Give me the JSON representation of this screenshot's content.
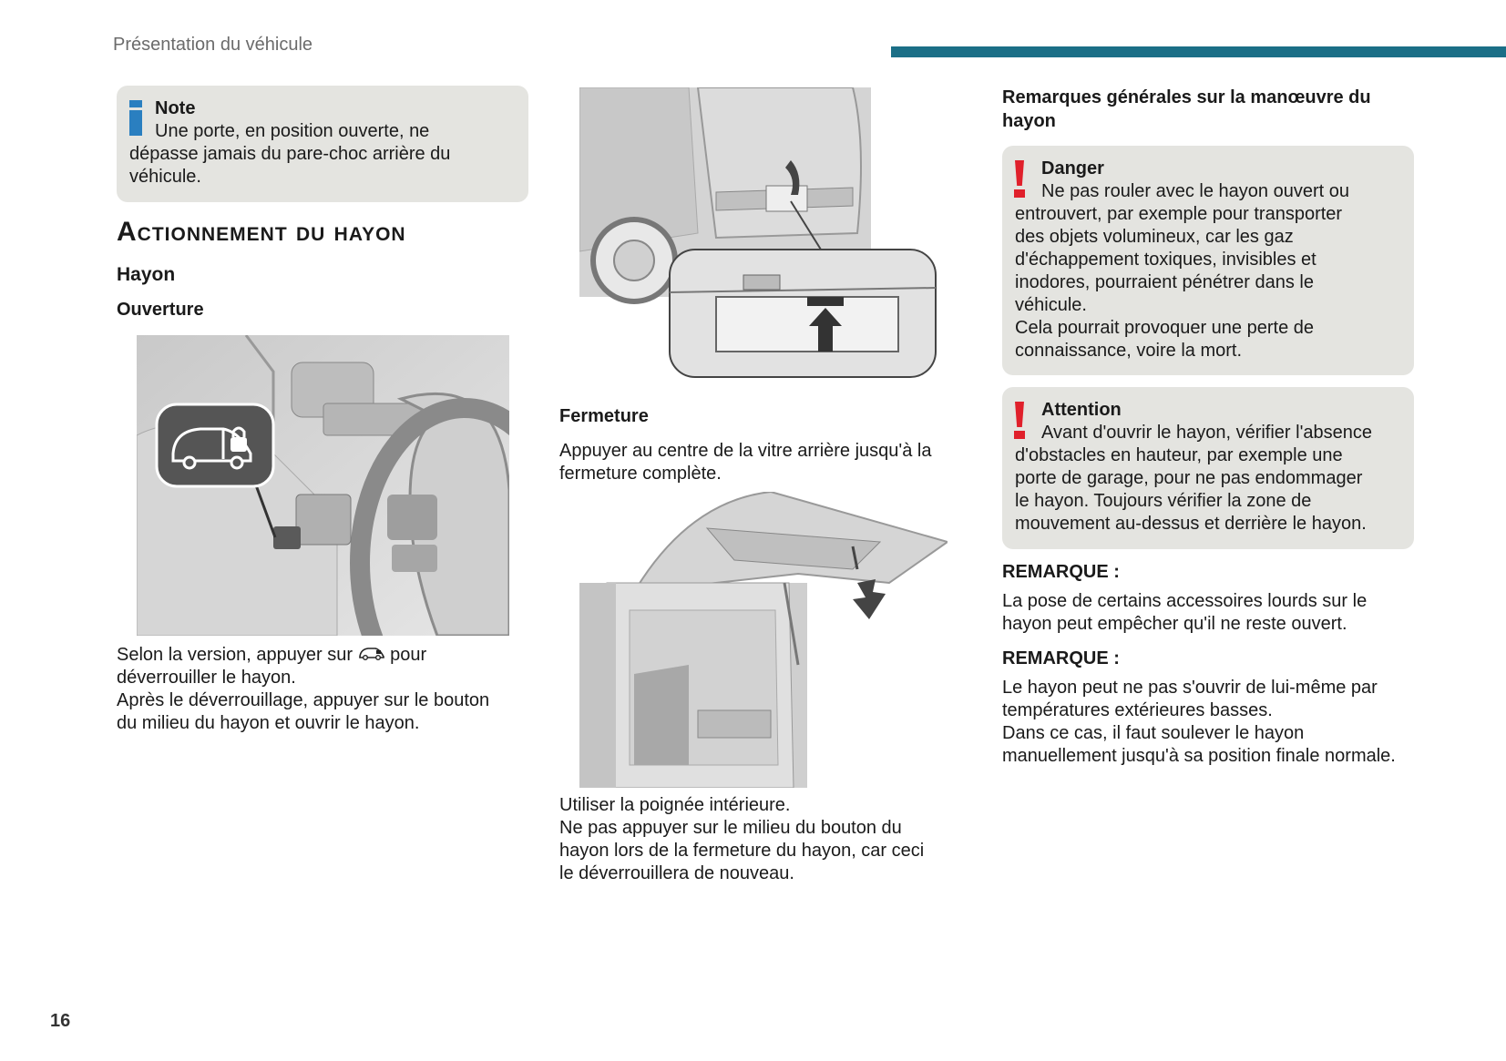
{
  "header": {
    "running_title": "Présentation du véhicule"
  },
  "footer": {
    "page_number": "16"
  },
  "colors": {
    "accent_bar": "#1b6f87",
    "info_icon": "#2a7fc0",
    "warning_icon": "#e0202b",
    "callout_bg": "#e4e4e0"
  },
  "left": {
    "note": {
      "title": "Note",
      "line1": "Une porte, en position ouverte, ne",
      "line2": "dépasse jamais du pare-choc arrière du",
      "line3": "véhicule."
    },
    "section_title": "Actionnement du hayon",
    "subtitle": "Hayon",
    "subsubtitle": "Ouverture",
    "para": {
      "line1_pre": "Selon la version, appuyer sur",
      "line1_post": "pour",
      "line2": "déverrouiller le hayon.",
      "line3": "Après le déverrouillage, appuyer sur le bouton",
      "line4": "du milieu du hayon et ouvrir le hayon."
    }
  },
  "middle": {
    "fermeture_title": "Fermeture",
    "fermeture_text": {
      "line1": "Appuyer au centre de la vitre arrière jusqu'à la",
      "line2": "fermeture complète."
    },
    "bottom_text": {
      "line1": "Utiliser la poignée intérieure.",
      "line2": "Ne pas appuyer sur le milieu du bouton du",
      "line3": "hayon lors de la fermeture du hayon, car ceci",
      "line4": "le déverrouillera de nouveau."
    }
  },
  "right": {
    "heading": {
      "line1": "Remarques générales sur la manœuvre du",
      "line2": "hayon"
    },
    "danger": {
      "title": "Danger",
      "lines": [
        "Ne pas rouler avec le hayon ouvert ou",
        "entrouvert, par exemple pour transporter",
        "des objets volumineux, car les gaz",
        "d'échappement toxiques, invisibles et",
        "inodores, pourraient pénétrer dans le",
        "véhicule.",
        "Cela pourrait provoquer une perte de",
        "connaissance, voire la mort."
      ]
    },
    "attention": {
      "title": "Attention",
      "lines": [
        "Avant d'ouvrir le hayon, vérifier l'absence",
        "d'obstacles en hauteur, par exemple une",
        "porte de garage, pour ne pas endommager",
        "le hayon. Toujours vérifier la zone de",
        "mouvement au-dessus et derrière le hayon."
      ]
    },
    "remarque1": {
      "title": "REMARQUE :",
      "line1": "La pose de certains accessoires lourds sur le",
      "line2": "hayon peut empêcher qu'il ne reste ouvert."
    },
    "remarque2": {
      "title": "REMARQUE :",
      "line1": "Le hayon peut ne pas s'ouvrir de lui-même par",
      "line2": "températures extérieures basses.",
      "line3": "Dans ce cas, il faut soulever le hayon",
      "line4": "manuellement jusqu'à sa position finale normale."
    }
  }
}
